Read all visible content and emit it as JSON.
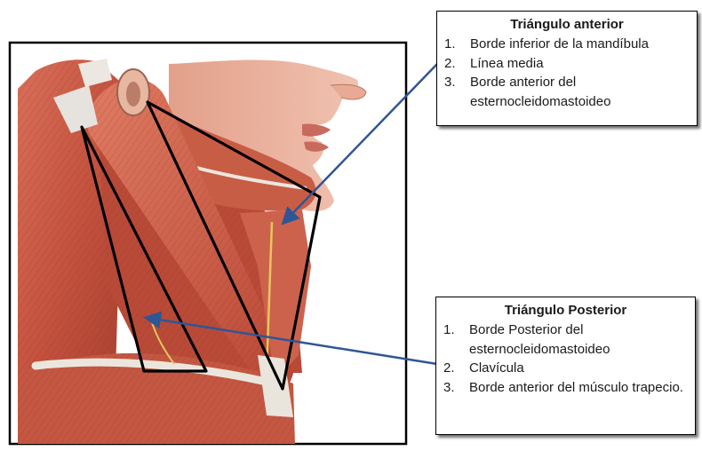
{
  "colors": {
    "arrow": "#2f5694",
    "triangle": "#000000",
    "muscle": "#c4533f",
    "skin": "#eab39f",
    "tendon": "#e6e3df"
  },
  "anterior_box": {
    "title": "Triángulo anterior",
    "items": [
      {
        "num": "1.",
        "text": "Borde inferior de la mandíbula"
      },
      {
        "num": "2.",
        "text": "Línea media"
      },
      {
        "num": "3.",
        "text": "Borde anterior del esternocleidomastoideo"
      }
    ]
  },
  "posterior_box": {
    "title": "Triángulo Posterior",
    "items": [
      {
        "num": "1.",
        "text": "Borde  Posterior del esternocleidomastoideo"
      },
      {
        "num": "2.",
        "text": "Clavícula"
      },
      {
        "num": "3.",
        "text": "Borde anterior del  músculo trapecio."
      }
    ]
  }
}
